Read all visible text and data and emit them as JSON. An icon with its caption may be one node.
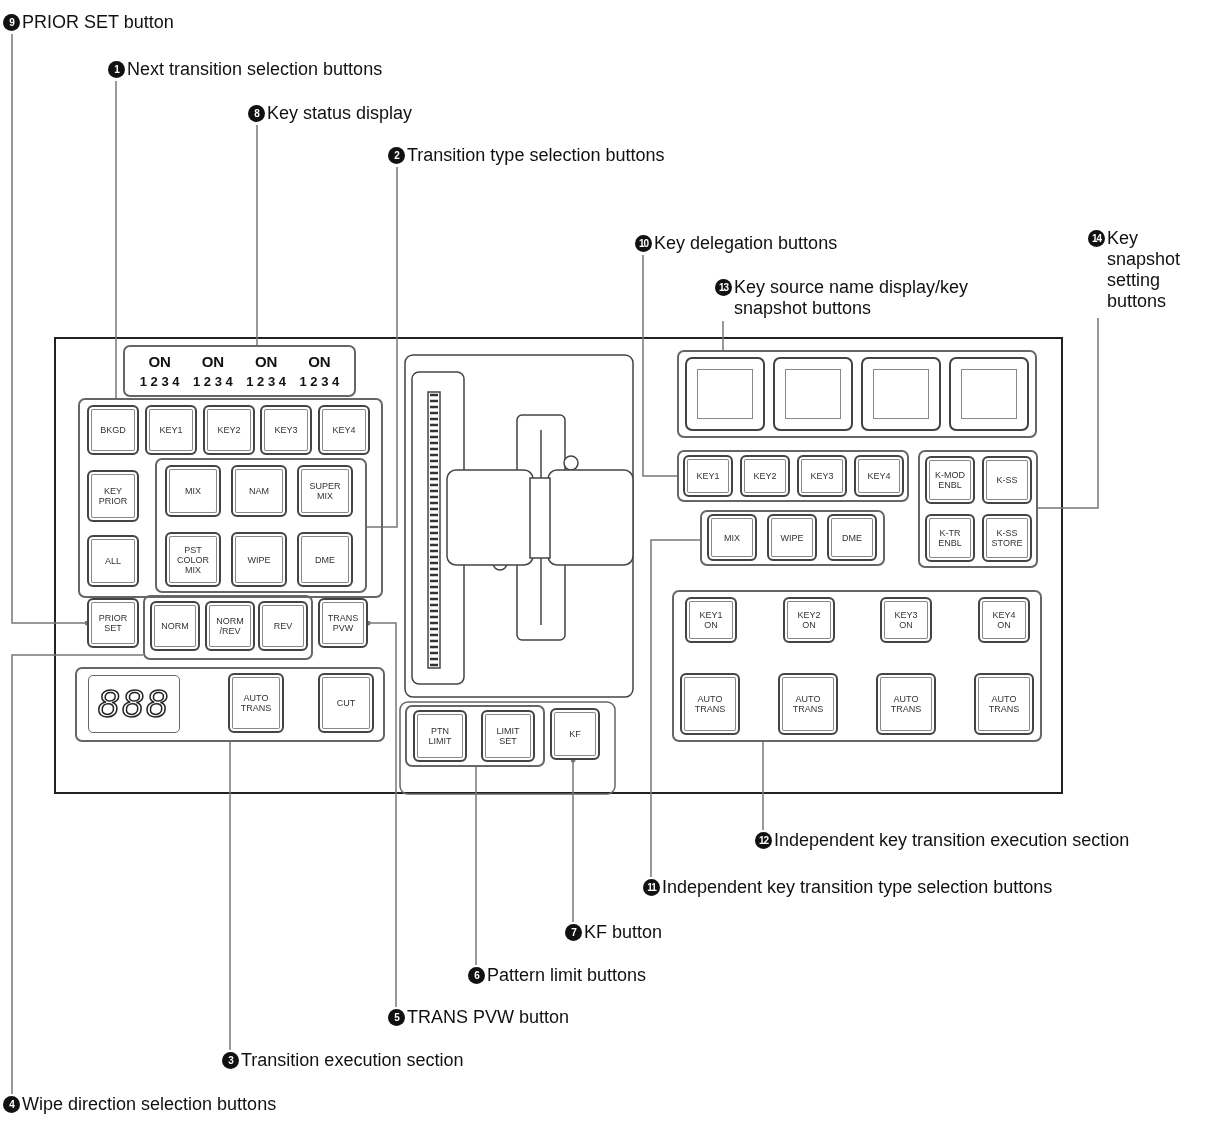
{
  "diagram": {
    "nodes": [
      {
        "text": [
          "9",
          "PRIOR SET button"
        ]
      },
      {
        "text": [
          "1",
          "Next transition selection buttons"
        ]
      },
      {
        "text": [
          "8",
          "Key status display"
        ]
      },
      {
        "text": [
          "2",
          "Transition type selection buttons"
        ]
      },
      {
        "text": [
          "10",
          "Key delegation buttons"
        ]
      },
      {
        "text": [
          "13",
          "Key source name display/key snapshot buttons"
        ]
      },
      {
        "text": [
          "14",
          "Key snapshot setting buttons"
        ]
      },
      {
        "text": [
          "12",
          "Independent key transition execution section"
        ]
      },
      {
        "text": [
          "11",
          "Independent key transition type selection buttons"
        ]
      },
      {
        "text": [
          "7",
          "KF button"
        ]
      },
      {
        "text": [
          "6",
          "Pattern limit buttons"
        ]
      },
      {
        "text": [
          "5",
          "TRANS PVW button"
        ]
      },
      {
        "text": [
          "3",
          "Transition execution section"
        ]
      },
      {
        "text": [
          "4",
          "Wipe direction selection buttons"
        ]
      },
      {
        "text": [
          "ON",
          "ON",
          "ON",
          "ON",
          "1 2 3 4",
          "1 2 3 4",
          "1 2 3 4",
          "1 2 3 4"
        ]
      },
      {
        "text": [],
        "shape": "box"
      },
      {
        "text": [
          "BKGD"
        ],
        "in": 15
      },
      {
        "text": [
          "KEY1"
        ],
        "in": 15
      },
      {
        "text": [
          "KEY2"
        ],
        "in": 15
      },
      {
        "text": [
          "KEY3"
        ],
        "in": 15
      },
      {
        "text": [
          "KEY4"
        ],
        "in": 15
      },
      {
        "text": [
          "KEY PRIOR"
        ],
        "in": 15
      },
      {
        "text": [
          "ALL"
        ],
        "in": 15
      },
      {
        "text": [],
        "shape": "box",
        "in": 15
      },
      {
        "text": [
          "MIX"
        ],
        "in": 23
      },
      {
        "text": [
          "NAM"
        ],
        "in": 23
      },
      {
        "text": [
          "SUPER MIX"
        ],
        "in": 23
      },
      {
        "text": [
          "PST COLOR MIX"
        ],
        "in": 23
      },
      {
        "text": [
          "WIPE"
        ],
        "in": 23
      },
      {
        "text": [
          "DME"
        ],
        "in": 23
      },
      {
        "text": [
          "PRIOR SET"
        ]
      },
      {
        "text": [],
        "shape": "box"
      },
      {
        "text": [
          "NORM"
        ],
        "in": 31
      },
      {
        "text": [
          "NORM /REV"
        ],
        "in": 31
      },
      {
        "text": [
          "REV"
        ],
        "in": 31
      },
      {
        "text": [
          "TRANS PVW"
        ]
      },
      {
        "text": [],
        "shape": "box"
      },
      {
        "text": [
          "888"
        ],
        "in": 36
      },
      {
        "text": [
          "AUTO TRANS"
        ],
        "in": 36
      },
      {
        "text": [
          "CUT"
        ],
        "in": 36
      },
      {
        "text": [],
        "shape": "box"
      },
      {
        "text": [
          "PTN LIMIT"
        ],
        "in": 40
      },
      {
        "text": [
          "LIMIT SET"
        ],
        "in": 40
      },
      {
        "text": [
          "KF"
        ]
      },
      {
        "text": [],
        "shape": "box"
      },
      {
        "text": [],
        "shape": "box",
        "in": 44
      },
      {
        "text": [],
        "shape": "box",
        "in": 44
      },
      {
        "text": [],
        "shape": "box",
        "in": 44
      },
      {
        "text": [],
        "shape": "box",
        "in": 44
      },
      {
        "text": [],
        "shape": "box"
      },
      {
        "text": [
          "KEY1"
        ],
        "in": 49
      },
      {
        "text": [
          "KEY2"
        ],
        "in": 49
      },
      {
        "text": [
          "KEY3"
        ],
        "in": 49
      },
      {
        "text": [
          "KEY4"
        ],
        "in": 49
      },
      {
        "text": [],
        "shape": "box"
      },
      {
        "text": [
          "K-MOD ENBL"
        ],
        "in": 54
      },
      {
        "text": [
          "K-SS"
        ],
        "in": 54
      },
      {
        "text": [
          "K-TR ENBL"
        ],
        "in": 54
      },
      {
        "text": [
          "K-SS STORE"
        ],
        "in": 54
      },
      {
        "text": [],
        "shape": "box"
      },
      {
        "text": [
          "MIX"
        ],
        "in": 59
      },
      {
        "text": [
          "WIPE"
        ],
        "in": 59
      },
      {
        "text": [
          "DME"
        ],
        "in": 59
      },
      {
        "text": [],
        "shape": "box"
      },
      {
        "text": [
          "KEY1 ON"
        ],
        "in": 63
      },
      {
        "text": [
          "KEY2 ON"
        ],
        "in": 63
      },
      {
        "text": [
          "KEY3 ON"
        ],
        "in": 63
      },
      {
        "text": [
          "KEY4 ON"
        ],
        "in": 63
      },
      {
        "text": [
          "AUTO TRANS"
        ],
        "in": 63
      },
      {
        "text": [
          "AUTO TRANS"
        ],
        "in": 63
      },
      {
        "text": [
          "AUTO TRANS"
        ],
        "in": 63
      },
      {
        "text": [
          "AUTO TRANS"
        ],
        "in": 63
      }
    ],
    "edges": [
      {
        "from": 0,
        "to": 30,
        "arrow": "other"
      },
      {
        "from": 1,
        "to": 15,
        "arrow": "none"
      },
      {
        "from": 2,
        "to": 14,
        "arrow": "none"
      },
      {
        "from": 3,
        "to": 23,
        "arrow": "none"
      },
      {
        "from": 4,
        "to": 49,
        "arrow": "none"
      },
      {
        "from": 5,
        "to": 44,
        "arrow": "none"
      },
      {
        "from": 6,
        "to": 54,
        "arrow": "none"
      },
      {
        "from": 7,
        "to": 63,
        "arrow": "none"
      },
      {
        "from": 8,
        "to": 59,
        "arrow": "none"
      },
      {
        "from": 9,
        "to": 43,
        "arrow": "other"
      },
      {
        "from": 10,
        "to": 40,
        "arrow": "none"
      },
      {
        "from": 11,
        "to": 35,
        "arrow": "other"
      },
      {
        "from": 12,
        "to": 36,
        "arrow": "none"
      },
      {
        "from": 13,
        "to": 31,
        "arrow": "none"
      }
    ]
  }
}
